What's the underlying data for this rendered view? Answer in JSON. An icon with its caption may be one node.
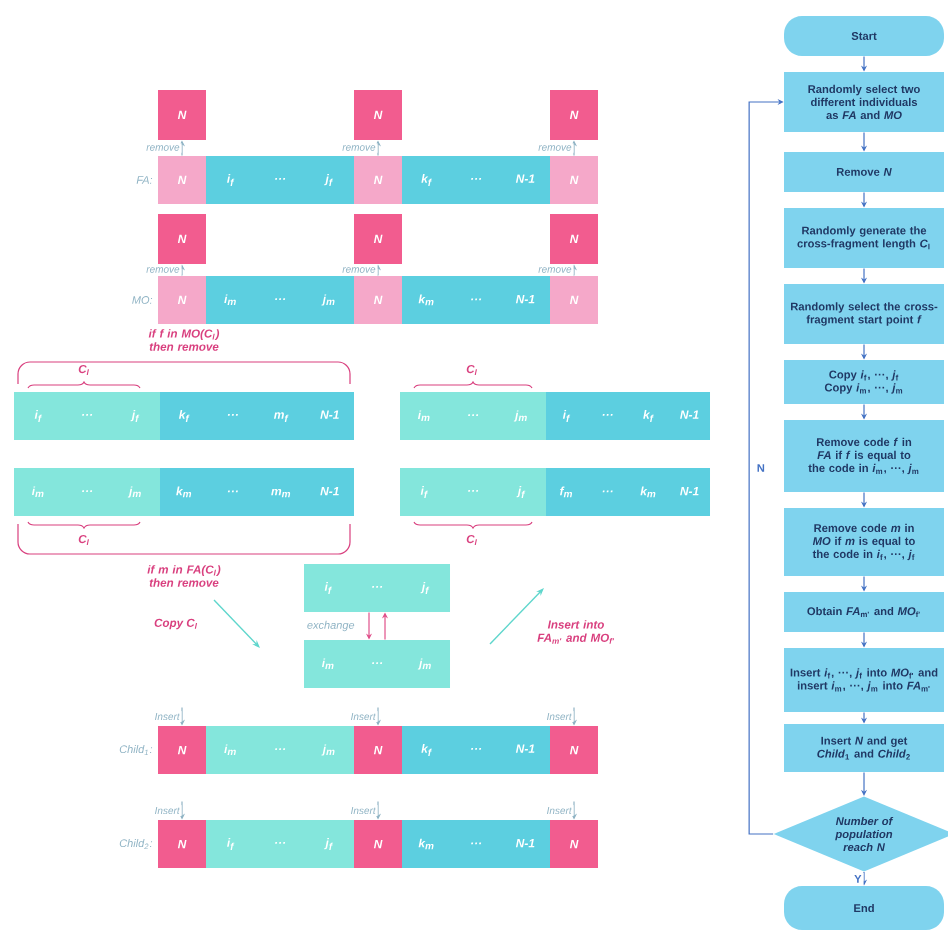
{
  "diagram": {
    "nodes": [
      {
        "text": [
          "N"
        ]
      },
      {
        "text": [
          "N"
        ]
      },
      {
        "text": [
          "N"
        ]
      },
      {
        "text": [
          "N"
        ]
      },
      {
        "text": [
          "i$_{f}$",
          "···",
          "j$_{f}$"
        ]
      },
      {
        "text": [
          "N"
        ]
      },
      {
        "text": [
          "k$_{f}$",
          "···",
          "N-1"
        ]
      },
      {
        "text": [
          "N"
        ]
      },
      {
        "text": [
          "N"
        ]
      },
      {
        "text": [
          "N"
        ]
      },
      {
        "text": [
          "N"
        ]
      },
      {
        "text": [
          "N"
        ]
      },
      {
        "text": [
          "i$_{m}$",
          "···",
          "j$_{m}$"
        ]
      },
      {
        "text": [
          "N"
        ]
      },
      {
        "text": [
          "k$_{m}$",
          "···",
          "N-1"
        ]
      },
      {
        "text": [
          "N"
        ]
      },
      {
        "text": [
          "i$_{f}$",
          "···",
          "j$_{f}$"
        ]
      },
      {
        "text": [
          "k$_{f}$",
          "···",
          "m$_{f}$",
          "N-1"
        ]
      },
      {
        "text": [
          "i$_{m}$",
          "···",
          "j$_{m}$"
        ]
      },
      {
        "text": [
          "k$_{m}$",
          "···",
          "m$_{m}$",
          "N-1"
        ]
      },
      {
        "text": [
          "i$_{m}$",
          "···",
          "j$_{m}$"
        ]
      },
      {
        "text": [
          "i$_{f}$",
          "···",
          "k$_{f}$",
          "N-1"
        ]
      },
      {
        "text": [
          "i$_{f}$",
          "···",
          "j$_{f}$"
        ]
      },
      {
        "text": [
          "f$_{m}$",
          "···",
          "k$_{m}$",
          "N-1"
        ]
      },
      {
        "text": [
          "i$_{f}$",
          "···",
          "j$_{f}$"
        ]
      },
      {
        "text": [
          "i$_{m}$",
          "···",
          "j$_{m}$"
        ]
      },
      {
        "text": [
          "N"
        ]
      },
      {
        "text": [
          "i$_{m}$",
          "···",
          "j$_{m}$"
        ]
      },
      {
        "text": [
          "N"
        ]
      },
      {
        "text": [
          "k$_{f}$",
          "···",
          "N-1"
        ]
      },
      {
        "text": [
          "N"
        ]
      },
      {
        "text": [
          "N"
        ]
      },
      {
        "text": [
          "i$_{f}$",
          "···",
          "j$_{f}$"
        ]
      },
      {
        "text": [
          "N"
        ]
      },
      {
        "text": [
          "k$_{m}$",
          "···",
          "N-1"
        ]
      },
      {
        "text": [
          "N"
        ]
      },
      {
        "text": [
          "Start"
        ]
      },
      {
        "text": [
          "Randomly select two different individuals as *FA* and *MO*"
        ]
      },
      {
        "text": [
          "Remove *N*"
        ]
      },
      {
        "text": [
          "Randomly generate the cross-fragment length *C*$_{l}$"
        ]
      },
      {
        "text": [
          "Randomly select the cross-fragment start point *f*"
        ]
      },
      {
        "text": [
          "Copy *i*$_{f}$, ···, *j*$_{f}$",
          "Copy *i*$_{m}$, ···, *j*$_{m}$"
        ]
      },
      {
        "text": [
          "Remove code *f* in *FA* if *f* is equal to the code in *i*$_{m}$, ···, *j*$_{m}$"
        ]
      },
      {
        "text": [
          "Remove code *m* in *MO* if *m* is equal to the code in *i*$_{f}$, ···, *j*$_{f}$"
        ]
      },
      {
        "text": [
          "Obtain *FA*$_{m'}$ and *MO*$_{f'}$"
        ]
      },
      {
        "text": [
          "Insert *i*$_{f}$, ···, *j*$_{f}$ into *MO*$_{f'}$ and insert *i*$_{m}$, ···, *j*$_{m}$ into *FA*$_{m'}$"
        ]
      },
      {
        "text": [
          "Insert *N* and get *Child*$_{1}$ and *Child*$_{2}$"
        ]
      },
      {
        "text": [
          "Number of population reach N"
        ]
      },
      {
        "text": [
          "End"
        ]
      }
    ],
    "edges": [
      {
        "from": 3,
        "to": 0,
        "arrow": "to",
        "label": "remove",
        "color": "#8fb3c4"
      },
      {
        "from": 5,
        "to": 1,
        "arrow": "to",
        "label": "remove",
        "color": "#8fb3c4"
      },
      {
        "from": 7,
        "to": 2,
        "arrow": "to",
        "label": "remove",
        "color": "#8fb3c4"
      },
      {
        "from": 11,
        "to": 8,
        "arrow": "to",
        "label": "remove",
        "color": "#8fb3c4"
      },
      {
        "from": 13,
        "to": 9,
        "arrow": "to",
        "label": "remove",
        "color": "#8fb3c4"
      },
      {
        "from": 15,
        "to": 10,
        "arrow": "to",
        "label": "remove",
        "color": "#8fb3c4"
      },
      {
        "from": 24,
        "to": 25,
        "arrow": "to",
        "color": "#e0508a"
      },
      {
        "from": 25,
        "to": 24,
        "arrow": "to",
        "color": "#e0508a"
      },
      {
        "from": null,
        "to": 26,
        "arrow": "to",
        "label": "Insert",
        "color": "#8fb3c4"
      },
      {
        "from": null,
        "to": 28,
        "arrow": "to",
        "label": "Insert",
        "color": "#8fb3c4"
      },
      {
        "from": null,
        "to": 30,
        "arrow": "to",
        "label": "Insert",
        "color": "#8fb3c4"
      },
      {
        "from": null,
        "to": 31,
        "arrow": "to",
        "label": "Insert",
        "color": "#8fb3c4"
      },
      {
        "from": null,
        "to": 33,
        "arrow": "to",
        "label": "Insert",
        "color": "#8fb3c4"
      },
      {
        "from": null,
        "to": 35,
        "arrow": "to",
        "label": "Insert",
        "color": "#8fb3c4"
      },
      {
        "from": 36,
        "to": 37,
        "arrow": "to"
      },
      {
        "from": 37,
        "to": 38,
        "arrow": "to"
      },
      {
        "from": 38,
        "to": 39,
        "arrow": "to"
      },
      {
        "from": 39,
        "to": 40,
        "arrow": "to"
      },
      {
        "from": 40,
        "to": 41,
        "arrow": "to"
      },
      {
        "from": 41,
        "to": 42,
        "arrow": "to"
      },
      {
        "from": 42,
        "to": 43,
        "arrow": "to"
      },
      {
        "from": 43,
        "to": 44,
        "arrow": "to"
      },
      {
        "from": 44,
        "to": 45,
        "arrow": "to"
      },
      {
        "from": 45,
        "to": 46,
        "arrow": "to"
      },
      {
        "from": 46,
        "to": 47,
        "arrow": "to"
      },
      {
        "from": 47,
        "to": 48,
        "arrow": "to",
        "label": "Y"
      },
      {
        "from": 47,
        "to": 37,
        "arrow": "to",
        "label": "N"
      }
    ],
    "labels": [
      "FA:",
      "MO:",
      "if f in MO(C$_{l}$) then remove",
      "C$_{l}$",
      "C$_{l}$",
      "C$_{l}$",
      "if m in FA(C$_{l}$) then remove",
      "C$_{l}$",
      "exchange",
      "Copy C$_{l}$",
      "Insert into FA$_{m'}$ and MO$_{f'}$",
      "Child$_{1}$:",
      "Child$_{2}$:"
    ]
  }
}
